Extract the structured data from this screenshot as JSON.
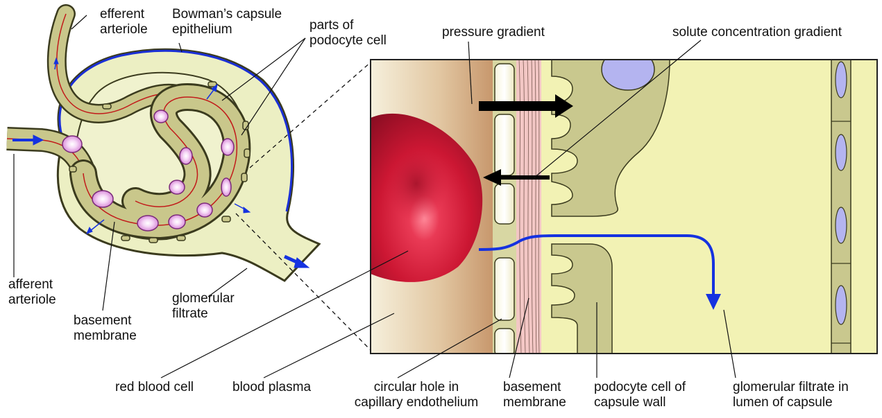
{
  "labels": {
    "efferent_arteriole": [
      "efferent",
      "arteriole"
    ],
    "bowmans_capsule_epithelium": [
      "Bowman’s capsule",
      "epithelium"
    ],
    "parts_of_podocyte_cell": [
      "parts of",
      "podocyte cell"
    ],
    "pressure_gradient": "pressure gradient",
    "solute_concentration_gradient": "solute concentration gradient",
    "afferent_arteriole": [
      "afferent",
      "arteriole"
    ],
    "basement_membrane_left": [
      "basement",
      "membrane"
    ],
    "glomerular_filtrate_left": [
      "glomerular",
      "filtrate"
    ],
    "red_blood_cell": "red blood cell",
    "blood_plasma": "blood plasma",
    "circular_hole": [
      "circular hole in",
      "capillary endothelium"
    ],
    "basement_membrane_right": [
      "basement",
      "membrane"
    ],
    "podocyte_cell_of_capsule_wall": [
      "podocyte cell of",
      "capsule wall"
    ],
    "glomerular_filtrate_lumen": [
      "glomerular filtrate in",
      "lumen of capsule"
    ]
  },
  "colors": {
    "capsule_fill": "#ecf0c4",
    "vessel_fill": "#c8c68a",
    "vessel_outline": "#3b3b1e",
    "blue_line": "#1a2fd6",
    "red_line": "#c21a1a",
    "red_cell": "#d21a38",
    "red_cell_highlight": "#ff7f8f",
    "cell_purple": "#e8a6e8",
    "nucleus": "#b4b4f0",
    "plasma_light": "#f5efda",
    "plasma_dark": "#c89868",
    "pink_membrane": "#f3c7c5",
    "podocyte": "#c9c88e",
    "lumen": "#f2f2b4",
    "arrow_black": "#000000",
    "arrow_blue": "#1532e0"
  },
  "icons": [
    "black-arrow-right",
    "black-arrow-left",
    "blue-flow-arrow"
  ]
}
